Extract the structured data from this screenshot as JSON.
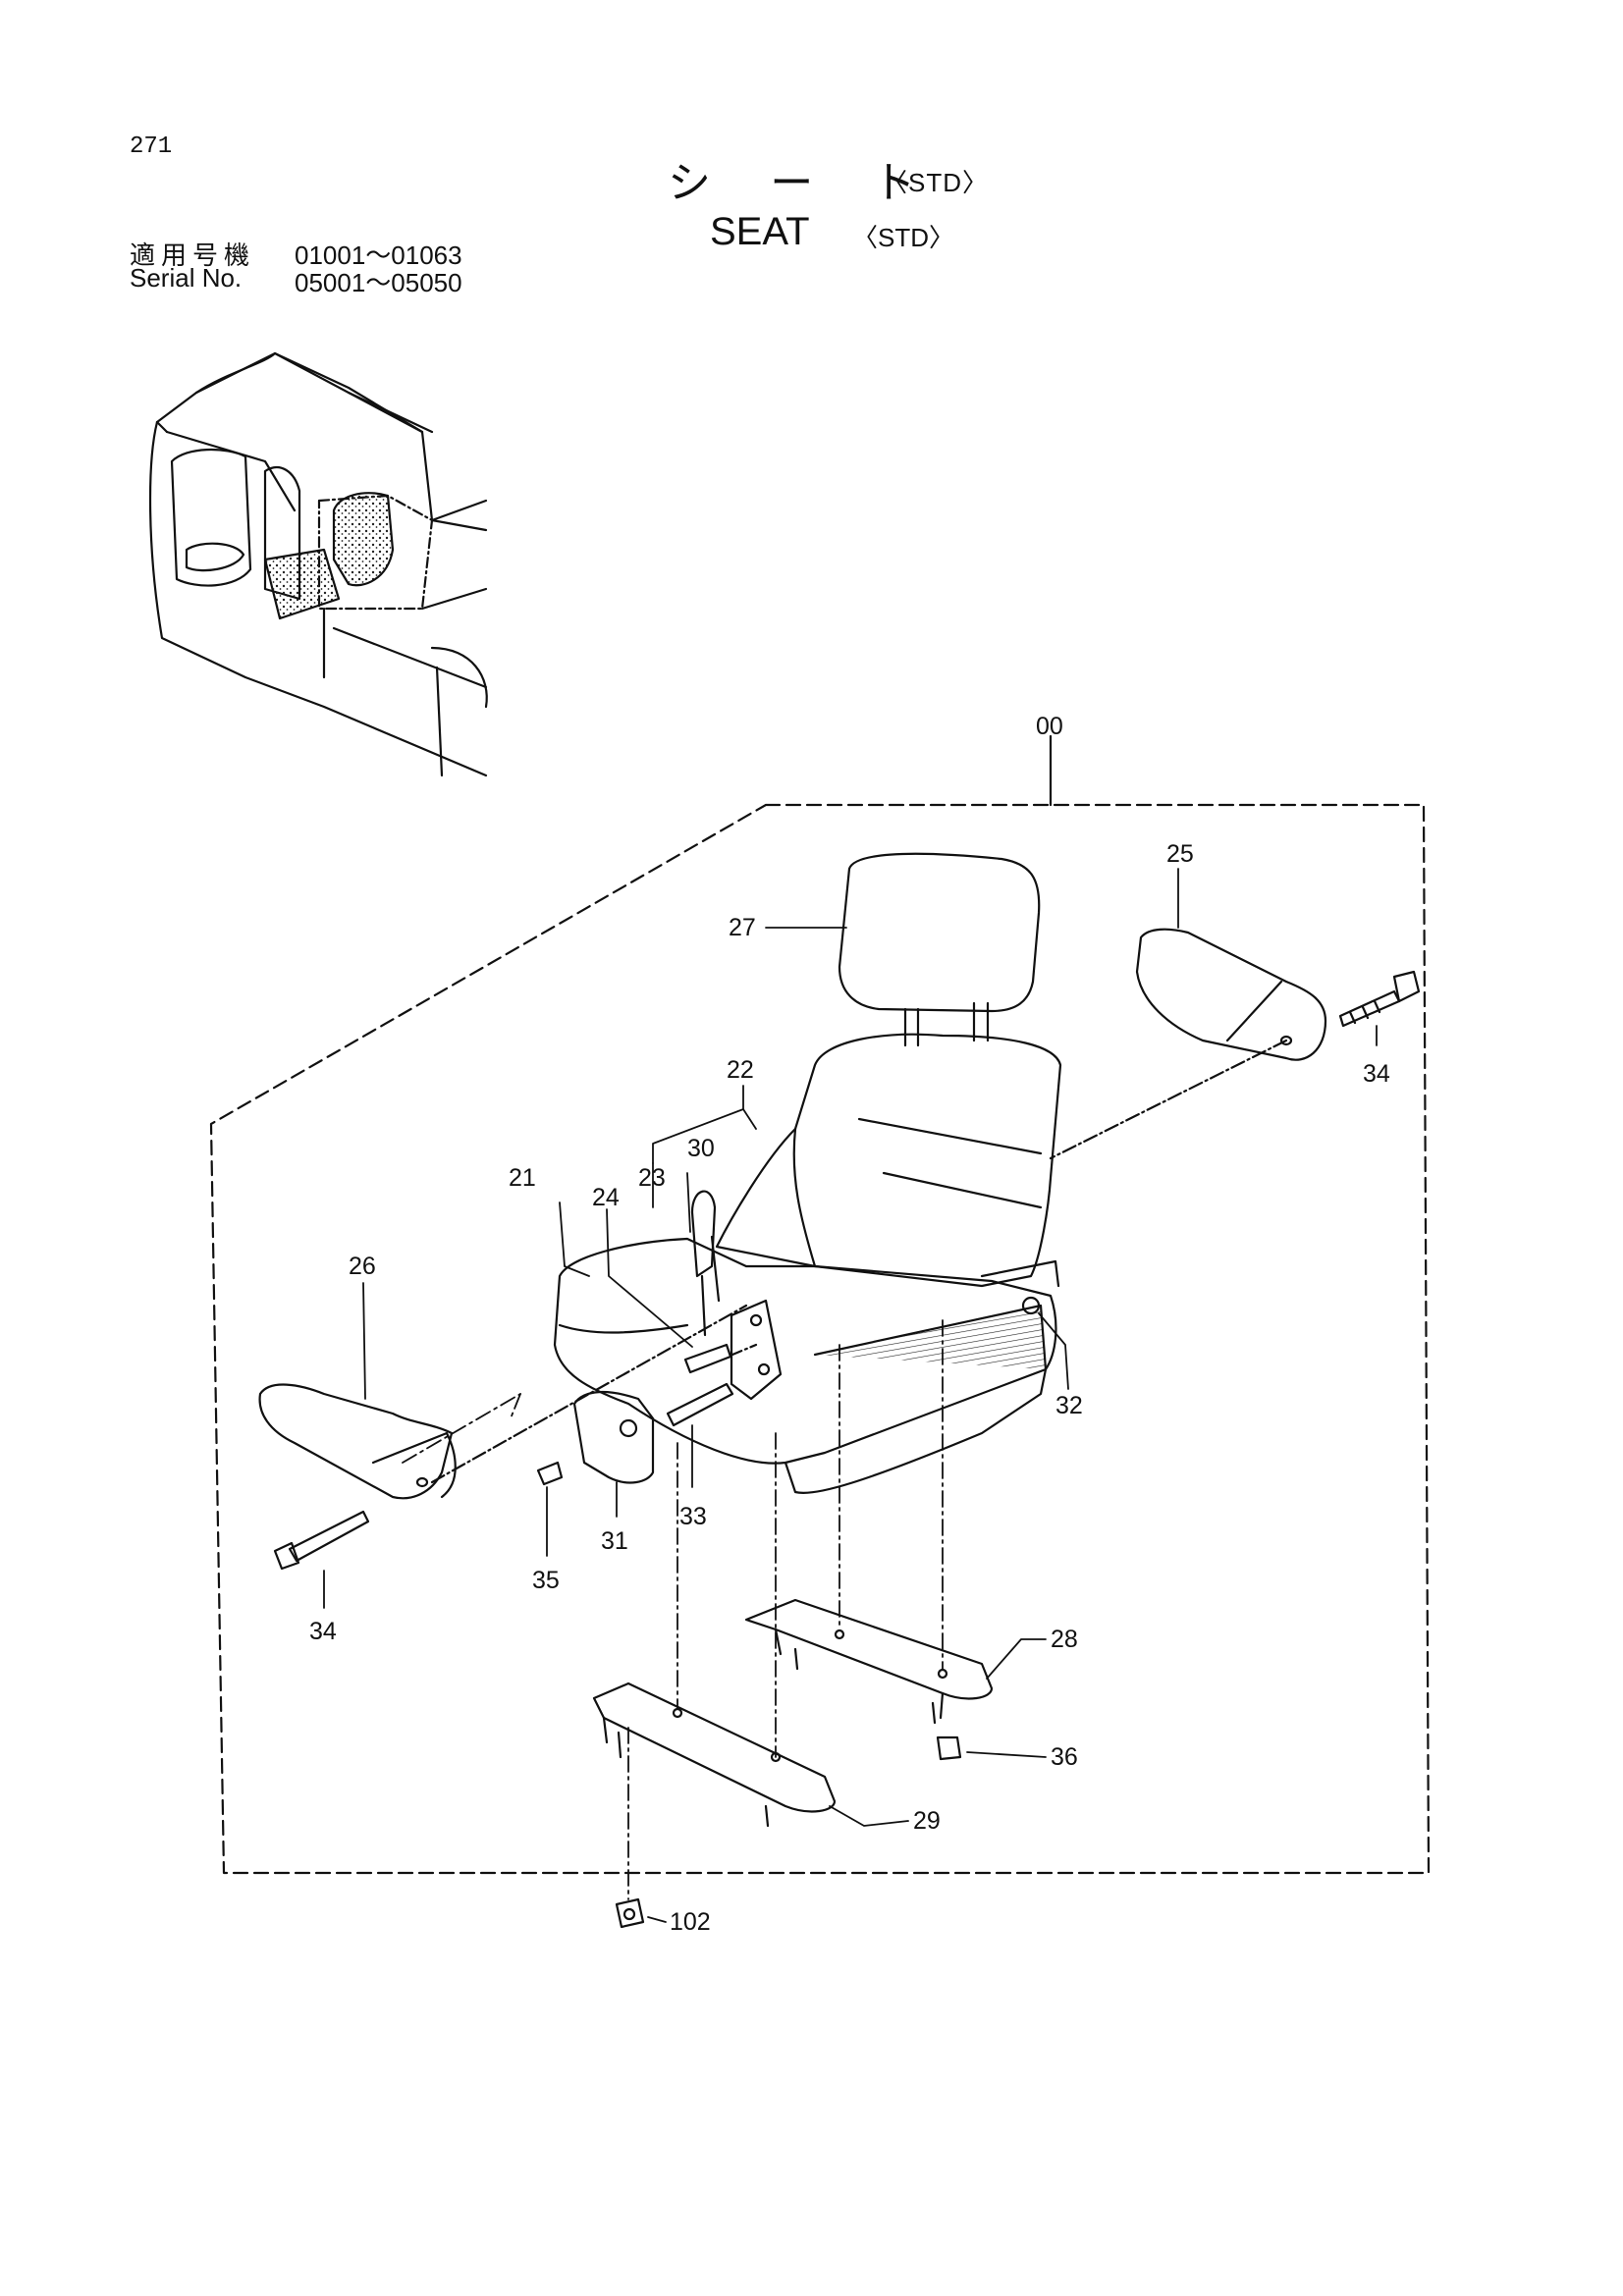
{
  "header": {
    "page_number": "271",
    "title_jp": "シ ー ト",
    "title_jp_suffix": "〈STD〉",
    "title_en": "SEAT",
    "title_en_suffix": "〈STD〉"
  },
  "serials": {
    "jp_label": "適用号機",
    "jp_range": "01001～01063",
    "en_label": "Serial No.",
    "en_range": "05001～05050"
  },
  "callouts": [
    {
      "id": "c00",
      "text": "00"
    },
    {
      "id": "c25",
      "text": "25"
    },
    {
      "id": "c27",
      "text": "27"
    },
    {
      "id": "c34a",
      "text": "34"
    },
    {
      "id": "c22",
      "text": "22"
    },
    {
      "id": "c23",
      "text": "23"
    },
    {
      "id": "c24",
      "text": "24"
    },
    {
      "id": "c30",
      "text": "30"
    },
    {
      "id": "c21",
      "text": "21"
    },
    {
      "id": "c26",
      "text": "26"
    },
    {
      "id": "c32",
      "text": "32"
    },
    {
      "id": "c33",
      "text": "33"
    },
    {
      "id": "c31",
      "text": "31"
    },
    {
      "id": "c35",
      "text": "35"
    },
    {
      "id": "c34b",
      "text": "34"
    },
    {
      "id": "c28",
      "text": "28"
    },
    {
      "id": "c36",
      "text": "36"
    },
    {
      "id": "c29",
      "text": "29"
    },
    {
      "id": "c102",
      "text": "102"
    }
  ]
}
